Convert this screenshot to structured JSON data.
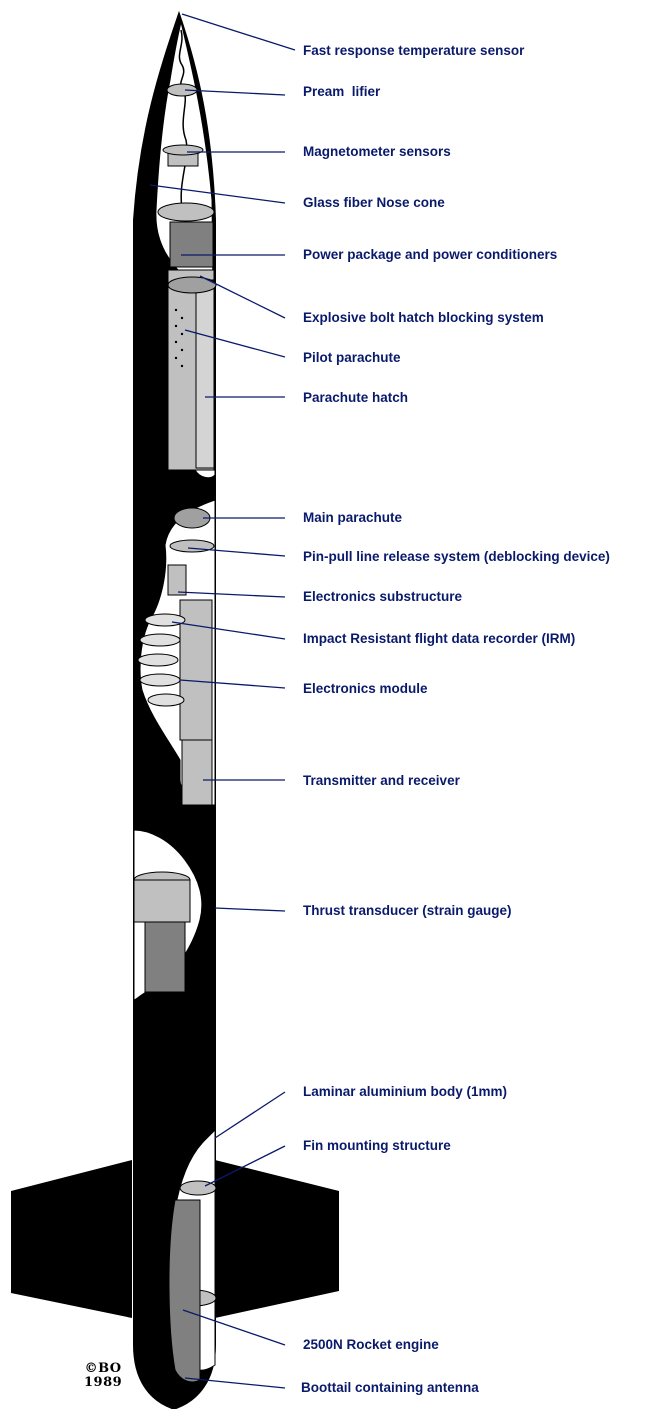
{
  "diagram": {
    "labels": [
      "Fast response temperature sensor",
      "Pream  lifier",
      "Magnetometer sensors",
      "Glass fiber Nose cone",
      "Power package and power conditioners",
      "Explosive bolt hatch blocking system",
      "Pilot parachute",
      "Parachute hatch",
      "Main parachute",
      "Pin-pull line release system (deblocking device)",
      "Electronics substructure",
      "Impact Resistant flight data recorder (IRM)",
      "Electronics module",
      "Transmitter and receiver",
      "Thrust transducer (strain gauge)",
      "Laminar aluminium body (1mm)",
      "Fin mounting structure",
      "2500N Rocket engine",
      "Boottail containing antenna"
    ],
    "copyright": {
      "mark": "©BO",
      "year": "1989"
    },
    "colors": {
      "label_text": "#0a1a6b",
      "leader_line": "#0a1a6b",
      "rocket_body": "#000000",
      "components": "#c0c0c0",
      "engine": "#808080"
    }
  }
}
